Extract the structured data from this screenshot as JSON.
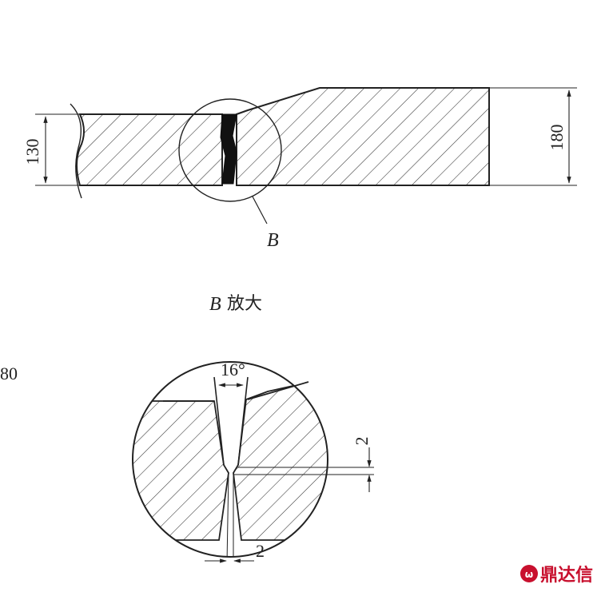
{
  "top_view": {
    "left_thickness_label": "130",
    "right_thickness_label": "180",
    "detail_callout": "B"
  },
  "detail": {
    "caption_letter": "B",
    "caption_text": "放大",
    "groove_angle_label": "16°",
    "root_face_label": "2",
    "root_gap_label": "2"
  },
  "margin_fragment": "80",
  "watermark": {
    "text": "鼎达信"
  },
  "colors": {
    "line": "#222222",
    "weld": "#111111",
    "watermark": "#c8102e"
  }
}
